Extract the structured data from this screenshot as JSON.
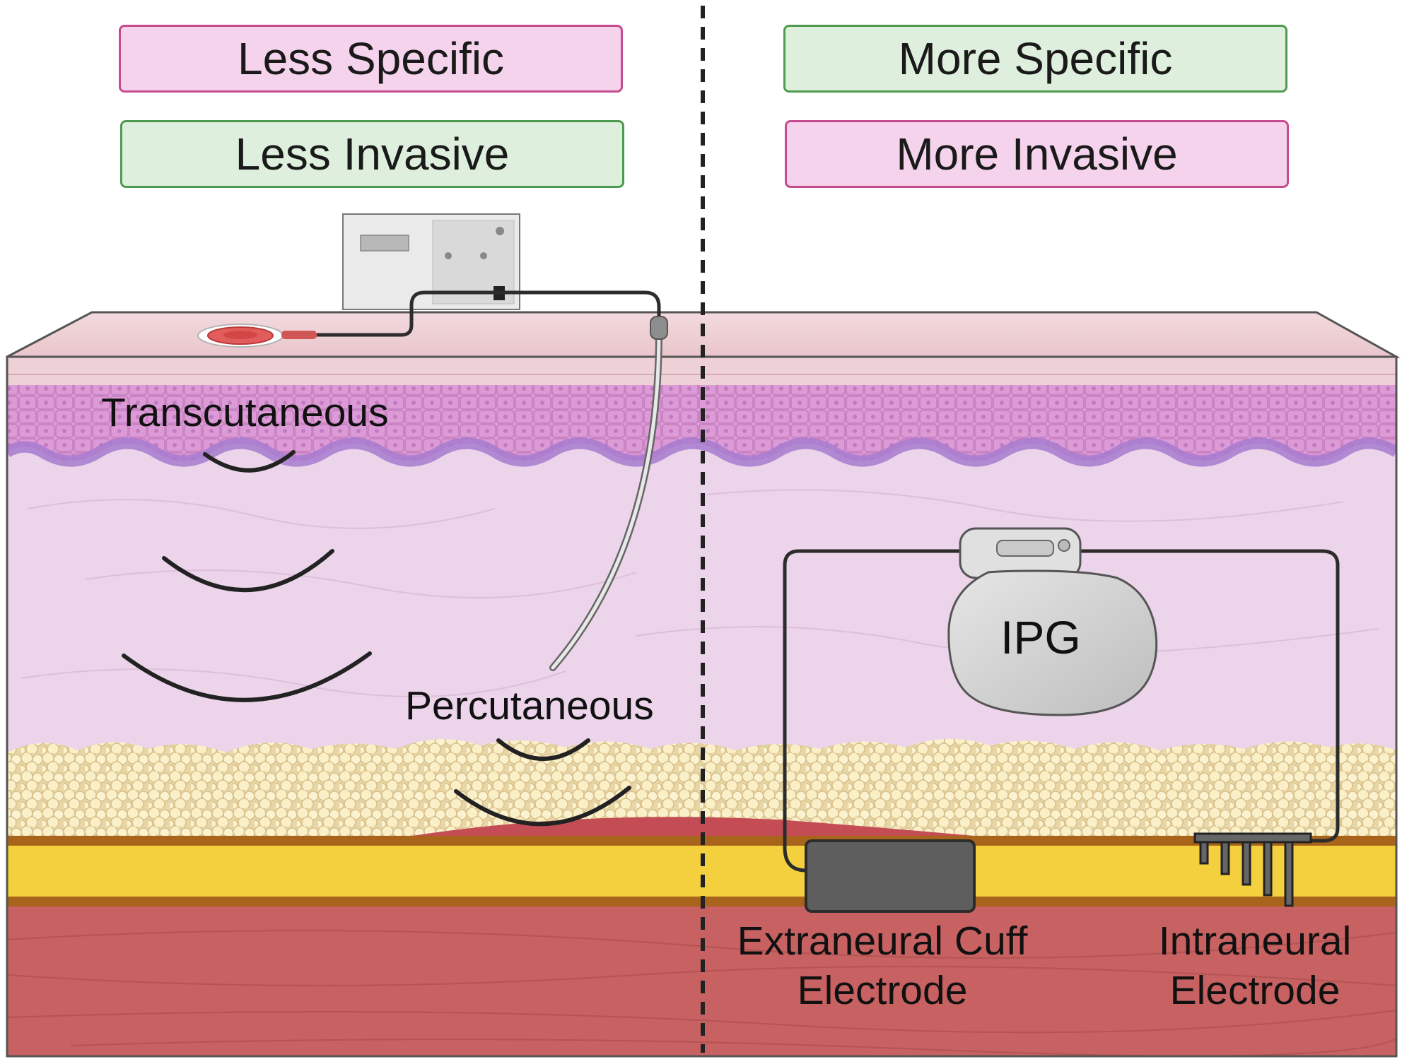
{
  "tags": {
    "left_specificity": "Less Specific",
    "left_invasiveness": "Less Invasive",
    "right_specificity": "More Specific",
    "right_invasiveness": "More Invasive"
  },
  "labels": {
    "transcutaneous": "Transcutaneous",
    "percutaneous": "Percutaneous",
    "ipg": "IPG",
    "extraneural_line1": "Extraneural Cuff",
    "extraneural_line2": "Electrode",
    "intraneural_line1": "Intraneural",
    "intraneural_line2": "Electrode"
  },
  "colors": {
    "pink_fill": "#f5d3ec",
    "pink_border": "#c64b8f",
    "green_fill": "#def0dd",
    "green_border": "#4f9a4f",
    "skin_top": "#efd4d8",
    "epidermis": "#d38fd0",
    "dermis": "#ecd4ea",
    "fat": "#f7ecc4",
    "nerve": "#f4d03f",
    "muscle": "#c86161",
    "device_gray": "#d4d4d4"
  }
}
